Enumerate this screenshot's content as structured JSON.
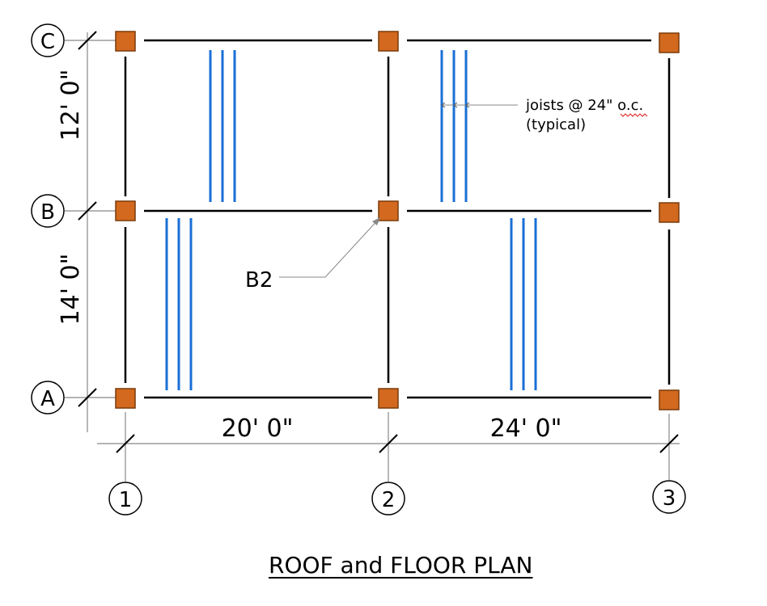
{
  "title": "ROOF and FLOOR PLAN",
  "colors": {
    "column_fill": "#D2691E",
    "column_stroke": "#7a3a0a",
    "joist": "#1a6fd6",
    "beam": "#000000",
    "dimension": "#888888"
  },
  "grid": {
    "rows": [
      {
        "id": "row-c",
        "label": "C"
      },
      {
        "id": "row-b",
        "label": "B"
      },
      {
        "id": "row-a",
        "label": "A"
      }
    ],
    "columns": [
      {
        "id": "col-1",
        "label": "1"
      },
      {
        "id": "col-2",
        "label": "2"
      },
      {
        "id": "col-3",
        "label": "3"
      }
    ]
  },
  "dimensions": {
    "vertical": [
      "12' 0\"",
      "14' 0\""
    ],
    "horizontal": [
      "20' 0\"",
      "24' 0\""
    ]
  },
  "callouts": {
    "joists_line1": "joists @ 24\" o.c.",
    "joists_line2": "(typical)",
    "beam_label": "B2"
  }
}
